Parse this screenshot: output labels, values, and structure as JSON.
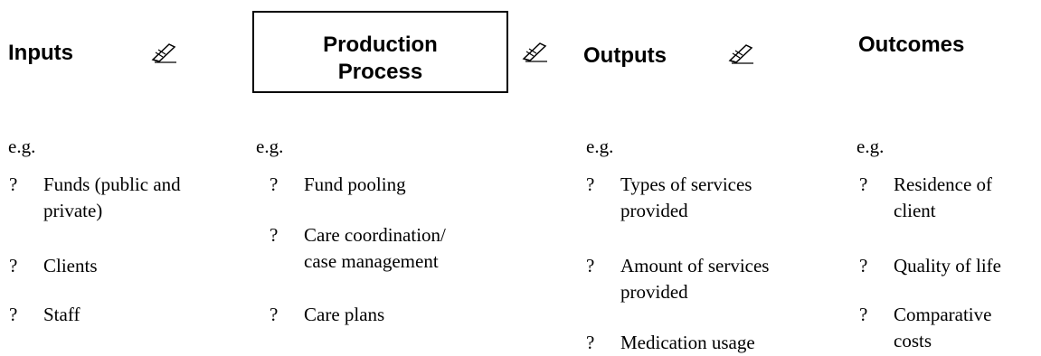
{
  "columns": [
    {
      "title": "Inputs",
      "eg": "e.g.",
      "items": [
        {
          "bullet": "?",
          "lines": [
            "Funds (public and",
            "private)"
          ]
        },
        {
          "bullet": "?",
          "lines": [
            "Clients"
          ]
        },
        {
          "bullet": "?",
          "lines": [
            "Staff"
          ]
        }
      ]
    },
    {
      "title_lines": [
        "Production",
        "Process"
      ],
      "eg": "e.g.",
      "items": [
        {
          "bullet": "?",
          "lines": [
            "Fund pooling"
          ]
        },
        {
          "bullet": "?",
          "lines": [
            "Care coordination/",
            "case management"
          ]
        },
        {
          "bullet": "?",
          "lines": [
            "Care plans"
          ]
        }
      ]
    },
    {
      "title": "Outputs",
      "eg": "e.g.",
      "items": [
        {
          "bullet": "?",
          "lines": [
            "Types of services",
            "provided"
          ]
        },
        {
          "bullet": "?",
          "lines": [
            "Amount of services",
            "provided"
          ]
        },
        {
          "bullet": "?",
          "lines": [
            "Medication usage"
          ]
        }
      ]
    },
    {
      "title": "Outcomes",
      "eg": "e.g.",
      "items": [
        {
          "bullet": "?",
          "lines": [
            "Residence of",
            "client"
          ]
        },
        {
          "bullet": "?",
          "lines": [
            "Quality of life"
          ]
        },
        {
          "bullet": "?",
          "lines": [
            "Comparative",
            "costs"
          ]
        }
      ]
    }
  ],
  "arrow_icon": "writing-hand-icon"
}
